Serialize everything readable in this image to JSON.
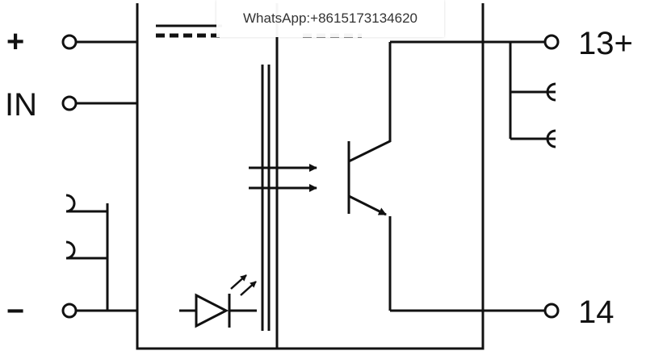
{
  "watermark": {
    "text": "WhatsApp:+8615173134620"
  },
  "terminals": {
    "plus": "+",
    "in": "IN",
    "minus": "−",
    "t13": "13+",
    "t14": "14"
  },
  "colors": {
    "line": "#111111",
    "background": "#ffffff"
  }
}
